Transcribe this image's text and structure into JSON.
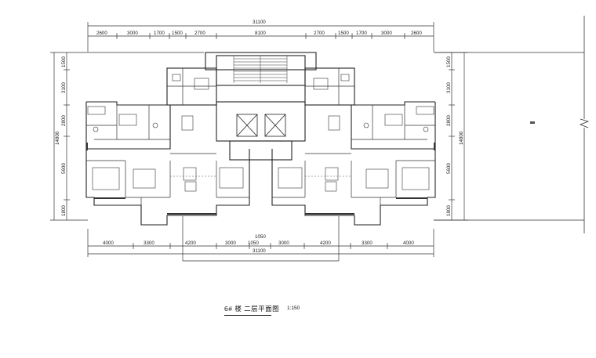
{
  "dimensions": {
    "top_total": "31100",
    "top_segments": [
      "2600",
      "3000",
      "1700",
      "1500",
      "2700",
      "8100",
      "2700",
      "1500",
      "1700",
      "3000",
      "2600"
    ],
    "bottom_segments": [
      "4000",
      "3300",
      "4200",
      "3000",
      "1050",
      "3000",
      "4200",
      "3300",
      "4000"
    ],
    "bottom_mid": "1050",
    "bottom_total": "31100",
    "left_segments": [
      "1500",
      "3100",
      "2800",
      "5600",
      "1800"
    ],
    "left_total": "14800",
    "right_segments": [
      "1500",
      "3100",
      "2800",
      "5600",
      "1800"
    ],
    "right_total": "14800"
  },
  "caption": {
    "title": "6# 楼  二层平面图",
    "scale": "1:150"
  }
}
